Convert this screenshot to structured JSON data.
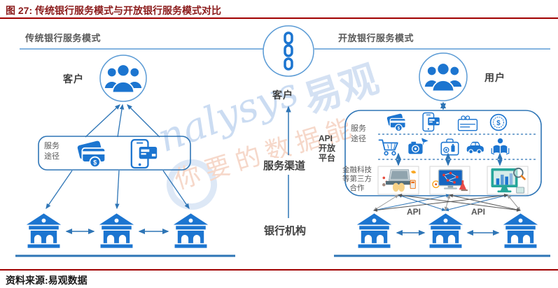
{
  "page": {
    "title": "图 27: 传统银行服务模式与开放银行服务模式对比",
    "source_note": "资料来源:易观数据"
  },
  "left_panel": {
    "header": "传统银行服务模式",
    "customer_label": "客户",
    "service_path": {
      "line1": "服务",
      "line2": "途径"
    }
  },
  "center_column": {
    "customer_label": "客户",
    "service_channel_label": "服务渠道",
    "bank_institution_label": "银行机构"
  },
  "right_panel": {
    "header": "开放银行服务模式",
    "user_label": "用户",
    "api_platform": {
      "line1": "API",
      "line2": "开放",
      "line3": "平台"
    },
    "service_path": {
      "line1": "服务",
      "line2": "途径"
    },
    "fintech_partner": {
      "line1": "金融科技",
      "line2": "等第三方",
      "line3": "合作"
    },
    "api_label_left": "API",
    "api_label_right": "API"
  },
  "watermark": {
    "script_text": "nalysys",
    "brand_text": "易观",
    "slogan_text": "你要的数据能"
  },
  "icons": [
    "people-group-icon",
    "chain-link-icon",
    "wallet-card-icon",
    "mobile-payment-icon",
    "gift-card-icon",
    "dollar-coin-icon",
    "shopping-cart-icon",
    "travel-camera-icon",
    "medical-kit-icon",
    "car-icon",
    "book-reader-icon",
    "bank-building-icon",
    "laptop-workstation-icon",
    "network-monitor-icon",
    "analytics-monitor-icon"
  ],
  "colors": {
    "accent_blue": "#1C75D0",
    "outline_blue": "#5B9BD5",
    "connector_blue": "#2E75B6",
    "title_red": "#8B1A1A",
    "rule_red": "#A00000",
    "label_gray": "#595959",
    "label_dark": "#3F3F3F"
  }
}
